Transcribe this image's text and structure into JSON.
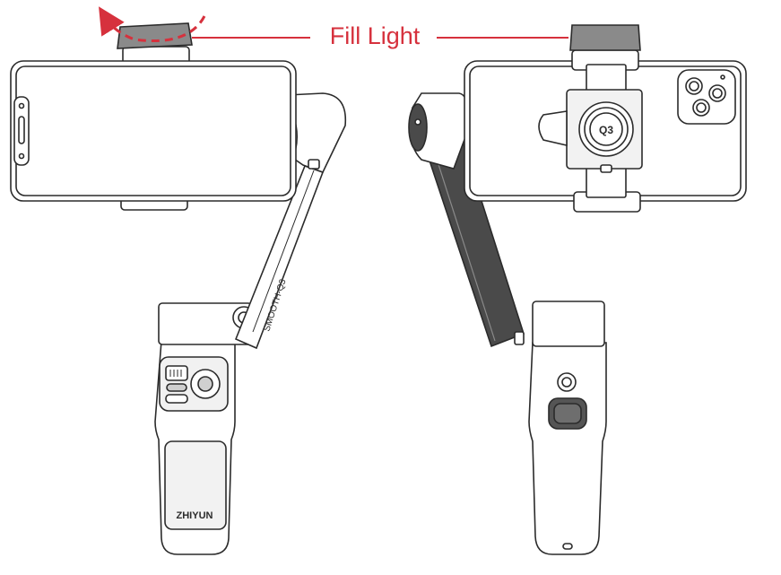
{
  "callout": {
    "label": "Fill Light"
  },
  "device": {
    "model_label": "SMOOTH-Q3",
    "brand_label": "ZHIYUN",
    "clamp_label": "Q3"
  },
  "colors": {
    "outline": "#2b2b2b",
    "callout_red": "#d6313d",
    "fill_light_gray": "#8a8a8a",
    "body_gray": "#4a4a4a",
    "light_gray": "#e6e6e6"
  }
}
